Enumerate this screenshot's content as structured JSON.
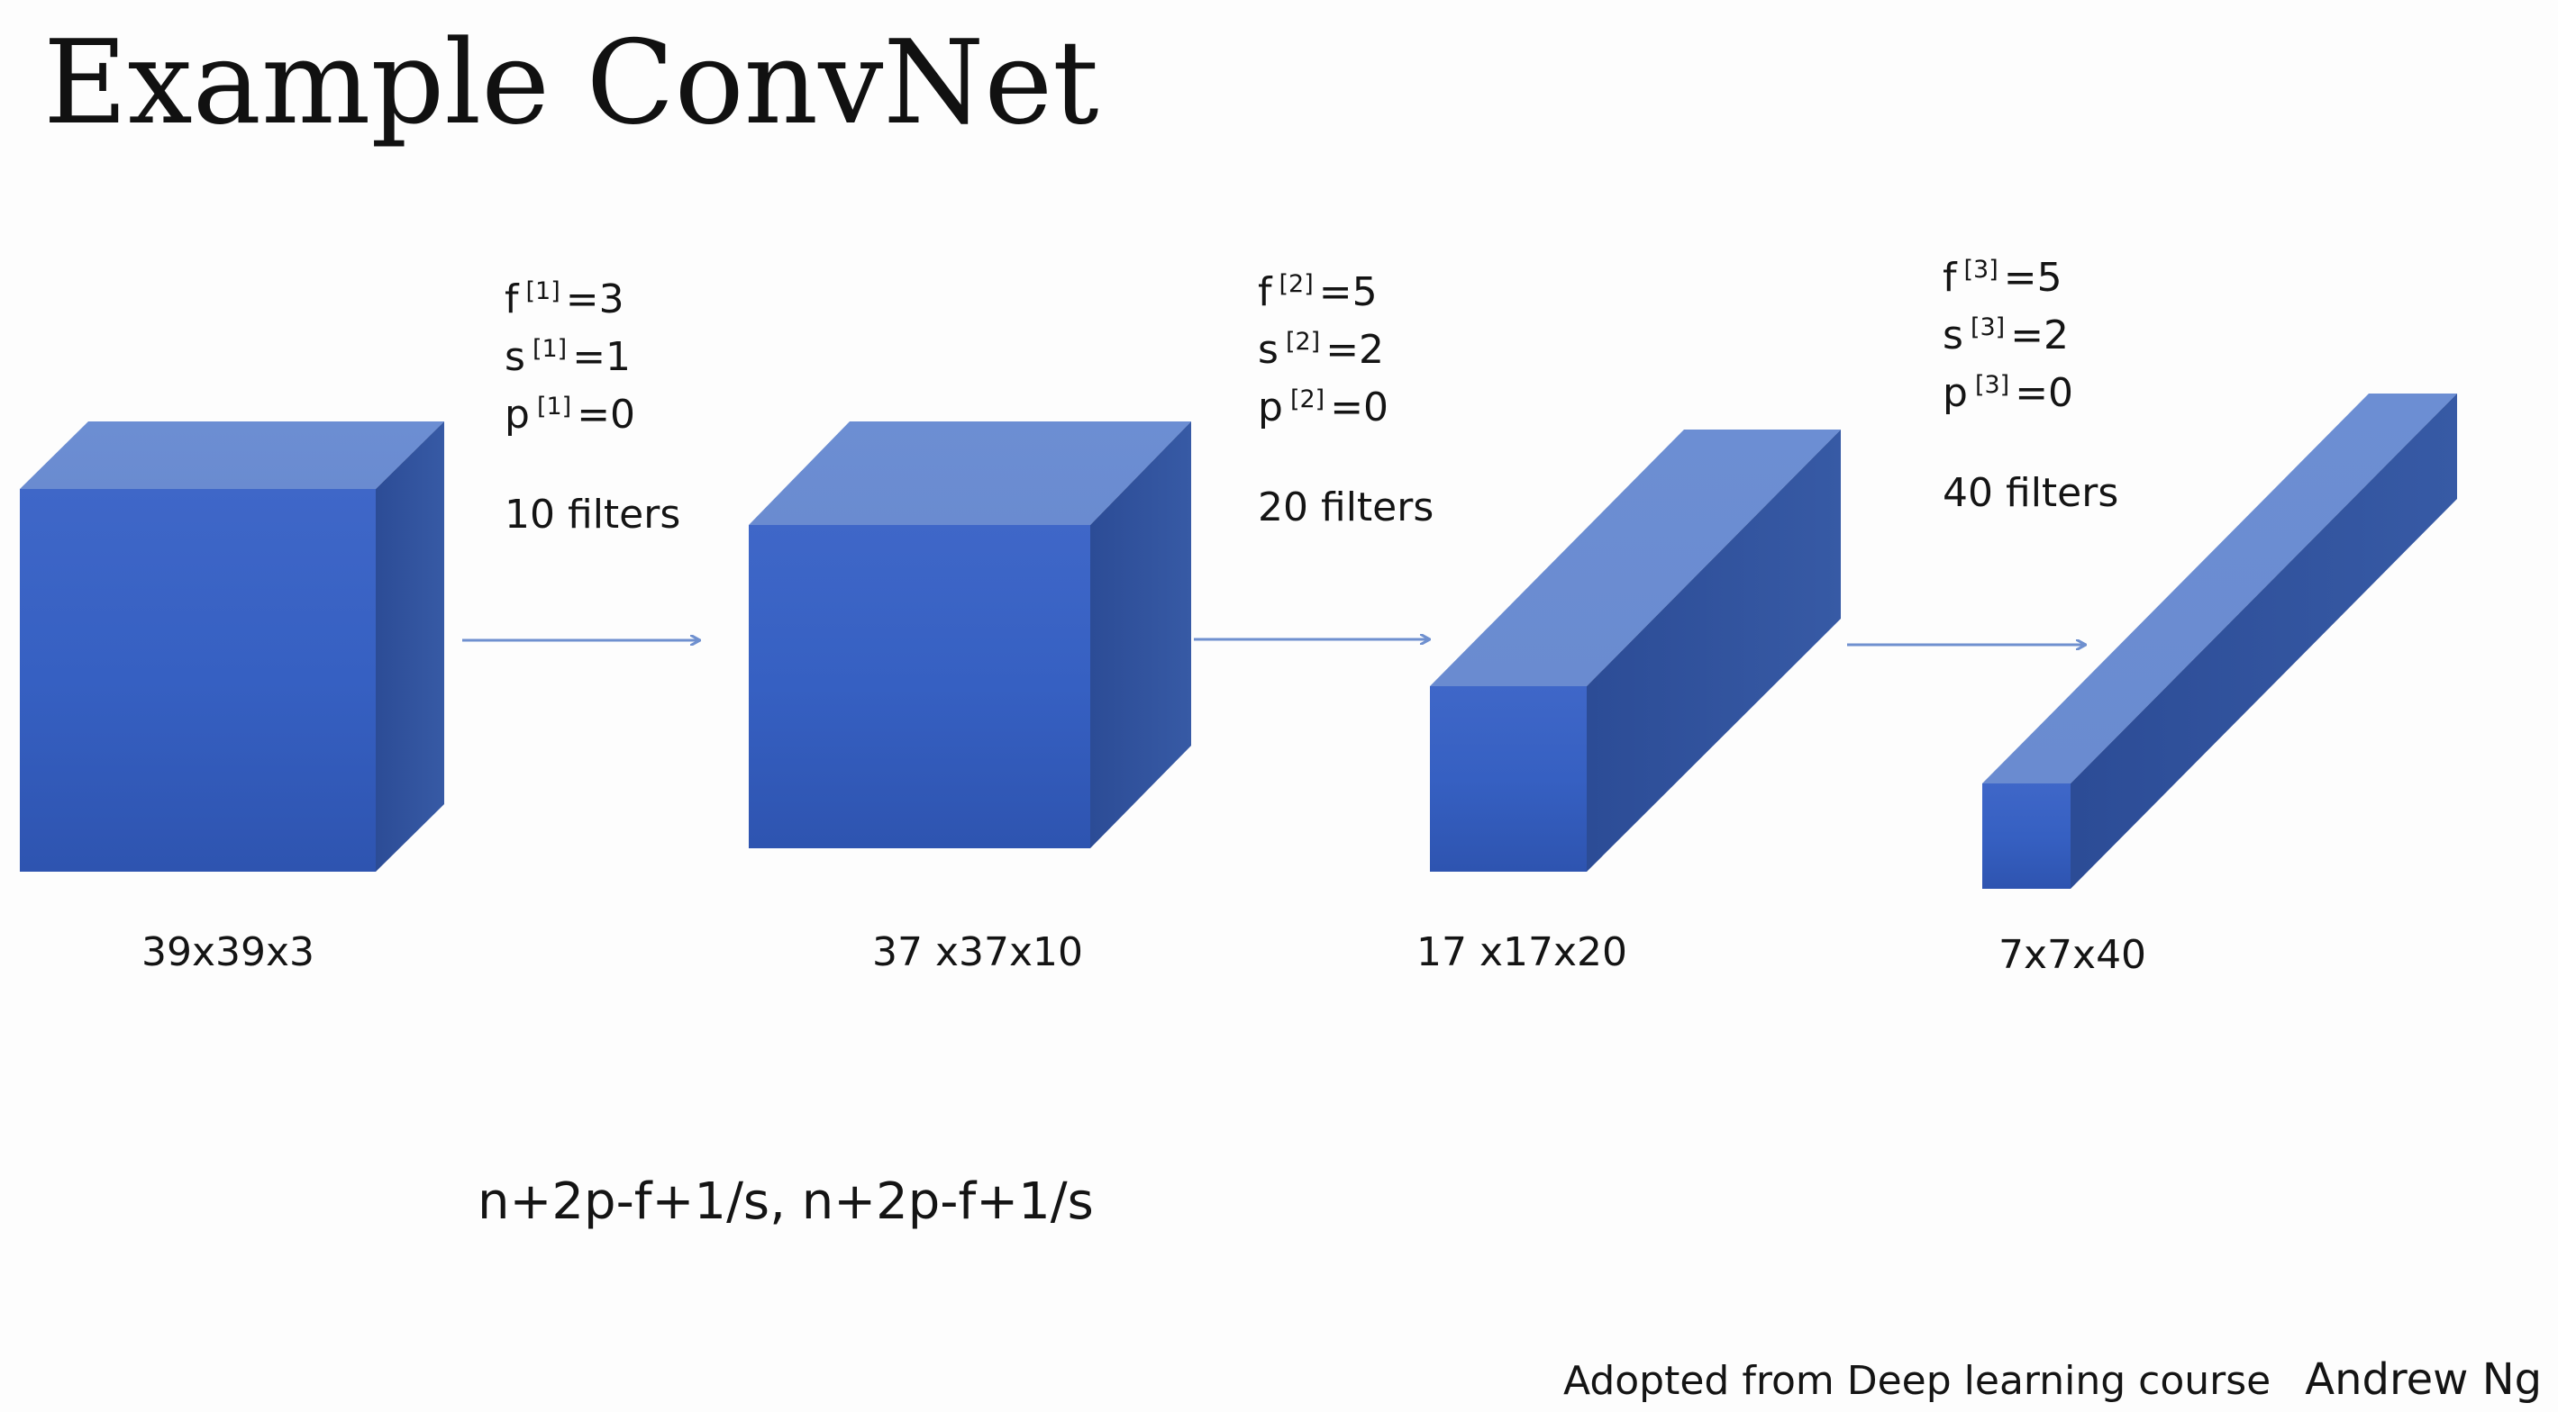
{
  "title": "Example ConvNet",
  "layers": [
    {
      "f_label": "f",
      "s_label": "s",
      "p_label": "p",
      "index": "[1]",
      "f": "=3",
      "s": "=1",
      "p": "=0",
      "filters": "10 filters"
    },
    {
      "f_label": "f",
      "s_label": "s",
      "p_label": "p",
      "index": "[2]",
      "f": "=5",
      "s": "=2",
      "p": "=0",
      "filters": "20 filters"
    },
    {
      "f_label": "f",
      "s_label": "s",
      "p_label": "p",
      "index": "[3]",
      "f": "=5",
      "s": "=2",
      "p": "=0",
      "filters": "40 filters"
    }
  ],
  "volumes": [
    {
      "label": "39x39x3"
    },
    {
      "label": "37 x37x10"
    },
    {
      "label": "17 x17x20"
    },
    {
      "label": "7x7x40"
    }
  ],
  "formula": "n+2p-f+1/s, n+2p-f+1/s",
  "credit": {
    "text": "Adopted from Deep learning course",
    "author": "Andrew Ng"
  },
  "colors": {
    "box_front_top": "#3a62c4",
    "box_front_bottom": "#2f55b2",
    "box_top": "#6d8ed2",
    "box_side": "#2f4f99",
    "arrow": "#6f90cf"
  }
}
